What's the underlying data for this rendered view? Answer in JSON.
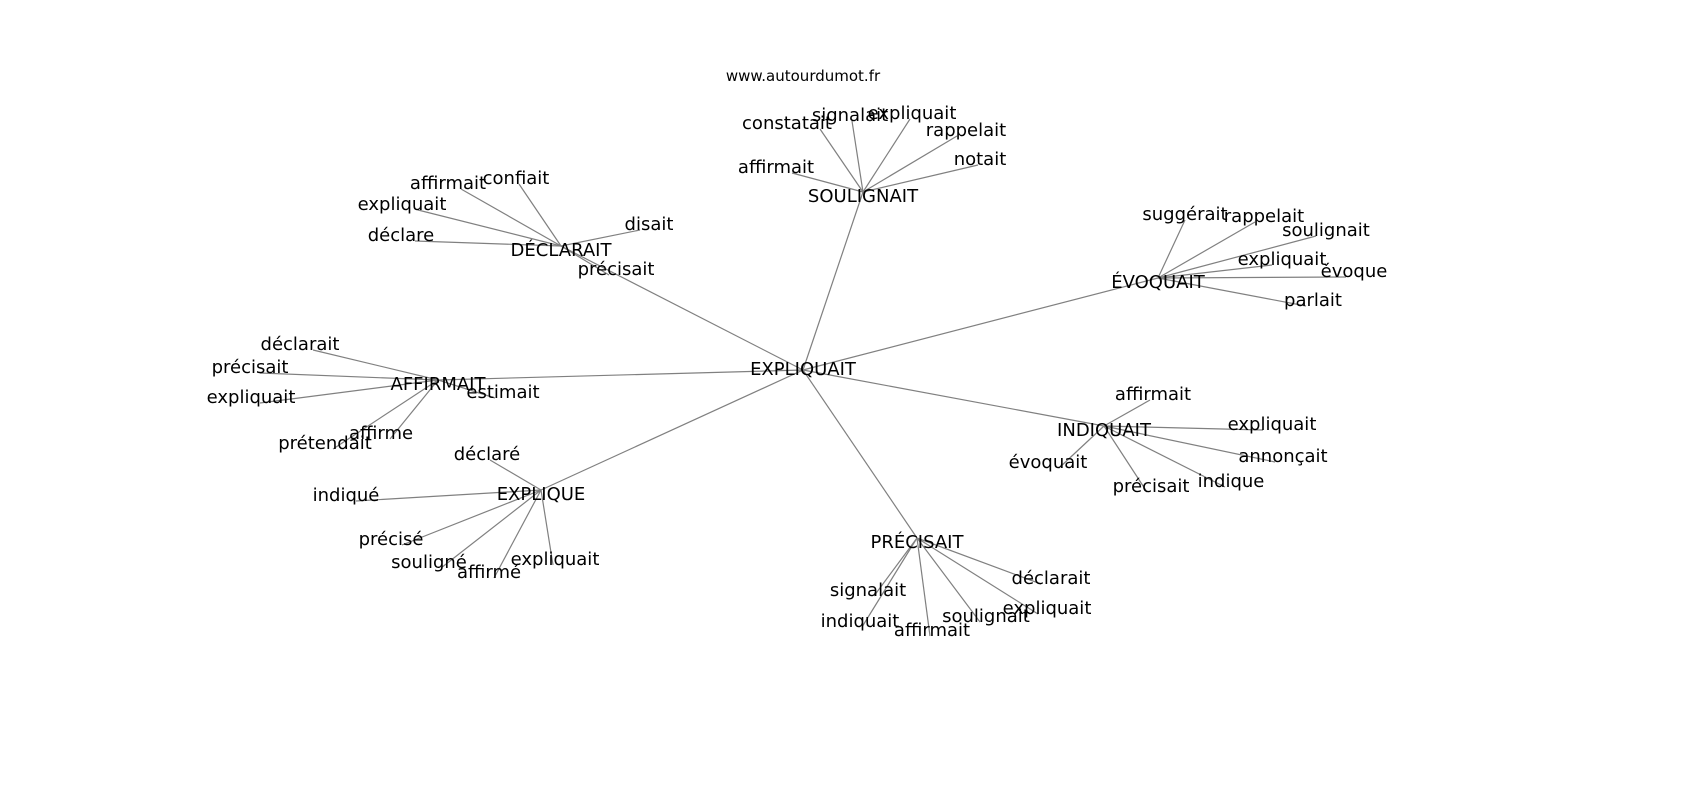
{
  "source": "www.autourdumot.fr",
  "colors": {
    "edge": "#808080",
    "text": "#000000",
    "background": "#ffffff"
  },
  "graph": {
    "center": "EXPLIQUAIT",
    "hubs": [
      {
        "label": "SOULIGNAIT",
        "leaves": [
          "constatait",
          "signalait",
          "expliquait",
          "rappelait",
          "notait",
          "affirmait"
        ]
      },
      {
        "label": "DÉCLARAIT",
        "leaves": [
          "affirmait",
          "confiait",
          "expliquait",
          "déclare",
          "disait",
          "précisait"
        ]
      },
      {
        "label": "ÉVOQUAIT",
        "leaves": [
          "suggérait",
          "rappelait",
          "soulignait",
          "expliquait",
          "évoque",
          "parlait"
        ]
      },
      {
        "label": "AFFIRMAIT",
        "leaves": [
          "déclarait",
          "précisait",
          "expliquait",
          "estimait",
          "affirme",
          "prétendait"
        ]
      },
      {
        "label": "INDIQUAIT",
        "leaves": [
          "affirmait",
          "expliquait",
          "annonçait",
          "indique",
          "précisait",
          "évoquait"
        ]
      },
      {
        "label": "EXPLIQUE",
        "leaves": [
          "déclaré",
          "indiqué",
          "précisé",
          "souligné",
          "affirmé",
          "expliquait"
        ]
      },
      {
        "label": "PRÉCISAIT",
        "leaves": [
          "déclarait",
          "expliquait",
          "soulignait",
          "affirmait",
          "indiquait",
          "signalait"
        ]
      }
    ]
  }
}
